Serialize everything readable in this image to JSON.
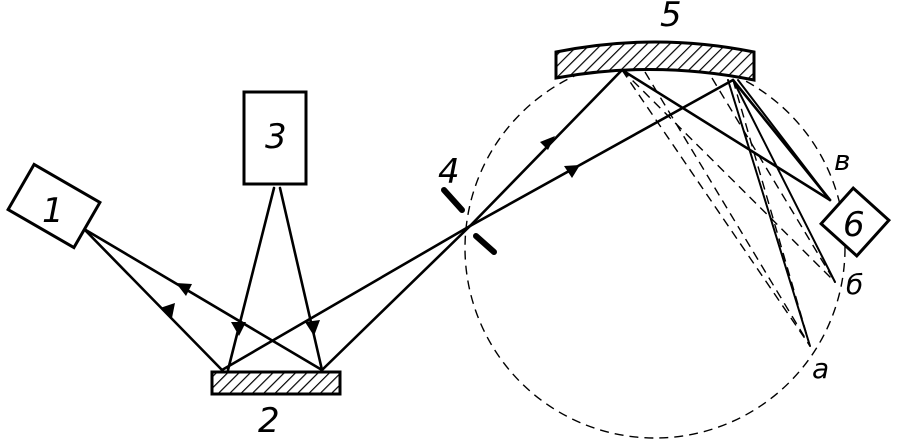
{
  "labels": {
    "source": "1",
    "mirror": "2",
    "detector": "3",
    "slit": "4",
    "grating": "5",
    "receiver": "6",
    "point_a": "a",
    "point_b": "б",
    "point_v": "в"
  }
}
